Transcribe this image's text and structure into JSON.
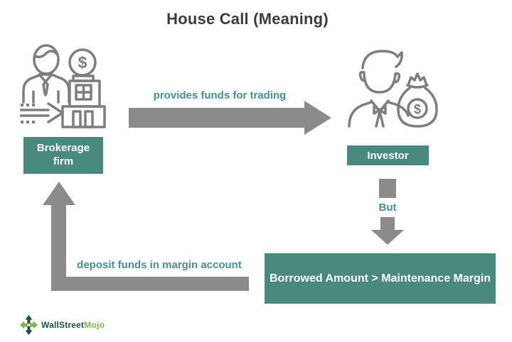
{
  "title": "House Call (Meaning)",
  "colors": {
    "node_teal": "#488a7c",
    "edge_label_teal": "#3f9688",
    "arrow_gray": "#8b8b8b",
    "icon_outline_gray": "#7e7e7e",
    "title_gray": "#3c3c3c",
    "logo_dark_green": "#1c4f44",
    "logo_light_green": "#79b74a"
  },
  "nodes": {
    "brokerage_firm": {
      "label": "Brokerage firm"
    },
    "investor": {
      "label": "Investor"
    },
    "condition": {
      "label": "Borrowed Amount > Maintenance Margin"
    }
  },
  "arrows": {
    "provides_funds": {
      "label": "provides funds for trading",
      "direction": "right"
    },
    "but": {
      "label": "But",
      "direction": "down"
    },
    "deposit_funds": {
      "label": "deposit funds in margin account",
      "direction": "left-then-up"
    }
  },
  "icons": {
    "brokerage": {
      "name": "brokerage-firm-building-icon",
      "dollar_glyph": "$"
    },
    "investor": {
      "name": "investor-money-bag-icon",
      "dollar_glyph": "$"
    },
    "logo": {
      "name": "wallstreetmojo-compass-icon"
    }
  },
  "logo": {
    "brand_primary": "WallStreet",
    "brand_secondary": "Mojo"
  }
}
